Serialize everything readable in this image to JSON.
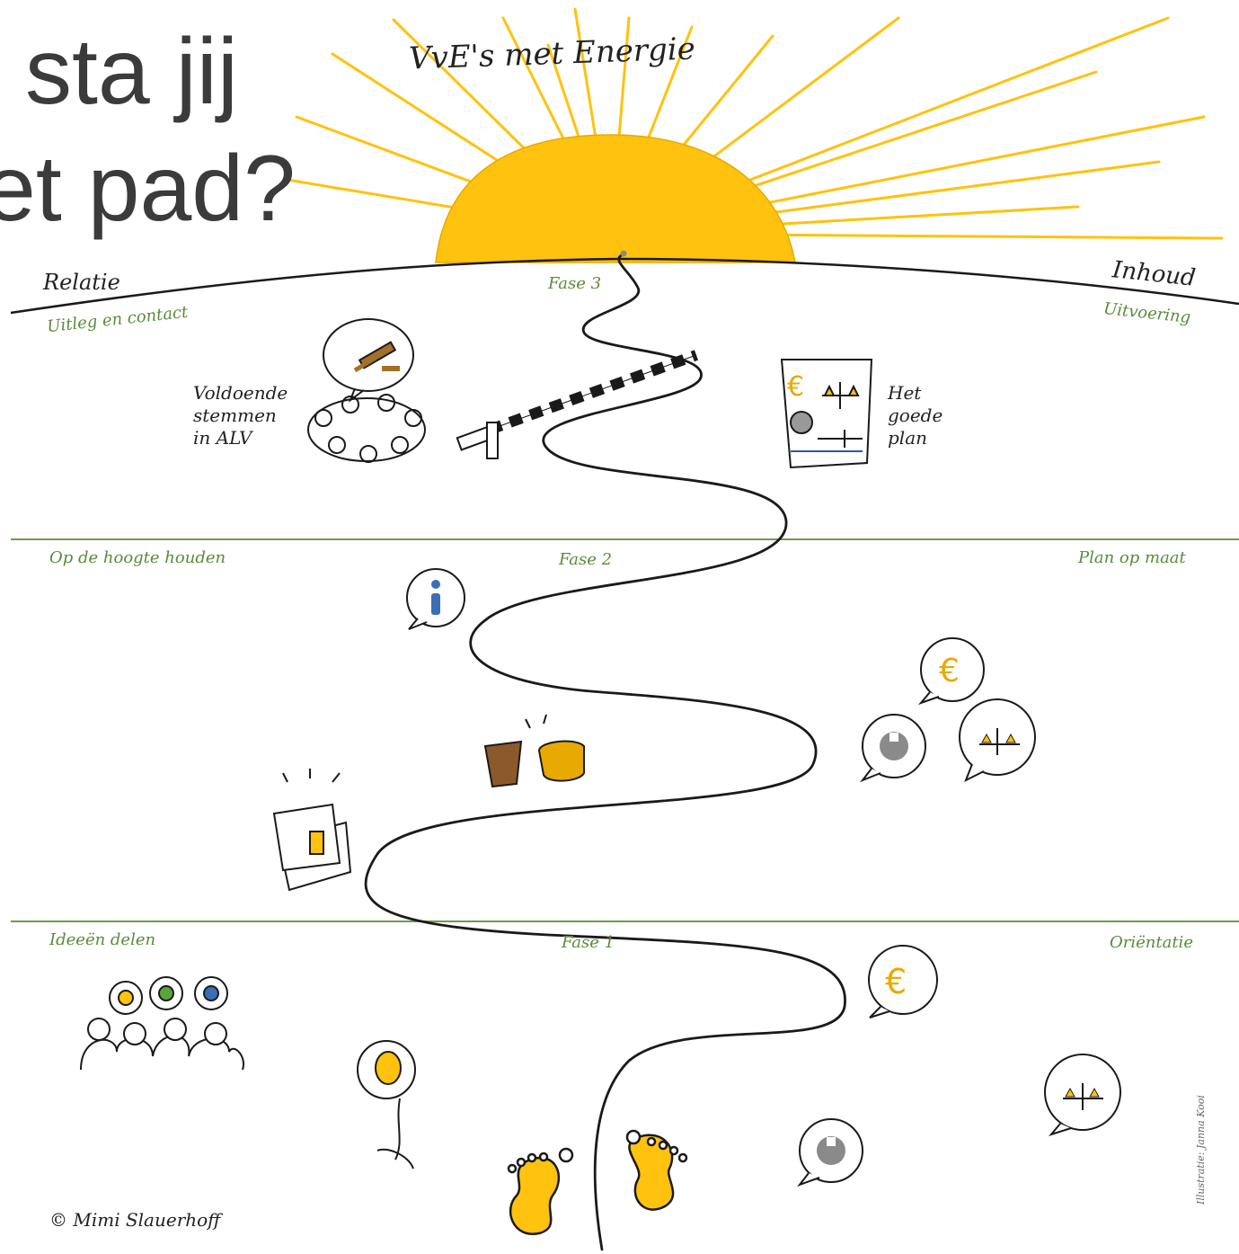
{
  "headline": {
    "line1": "sta jij",
    "line2": "et pad?"
  },
  "sun_label": "VvE's met Energie",
  "axis": {
    "left": "Relatie",
    "right": "Inhoud"
  },
  "phases": [
    {
      "name": "Fase 3",
      "left": "Uitleg en contact",
      "right": "Uitvoering"
    },
    {
      "name": "Fase 2",
      "left": "Op de hoogte houden",
      "right": "Plan op maat"
    },
    {
      "name": "Fase 1",
      "left": "Ideeën delen",
      "right": "Oriëntatie"
    }
  ],
  "notes": {
    "alv": [
      "Voldoende",
      "stemmen",
      "in ALV"
    ],
    "plan": [
      "Het",
      "goede",
      "plan"
    ]
  },
  "copyright": "© Mimi Slauerhoff",
  "illustrator": "Illustratie: Janna Kooi",
  "colors": {
    "sun": "#FFC20E",
    "line_green": "#6f9a4e",
    "ink": "#1a1a1a",
    "text_dark": "#3b3b3b"
  }
}
